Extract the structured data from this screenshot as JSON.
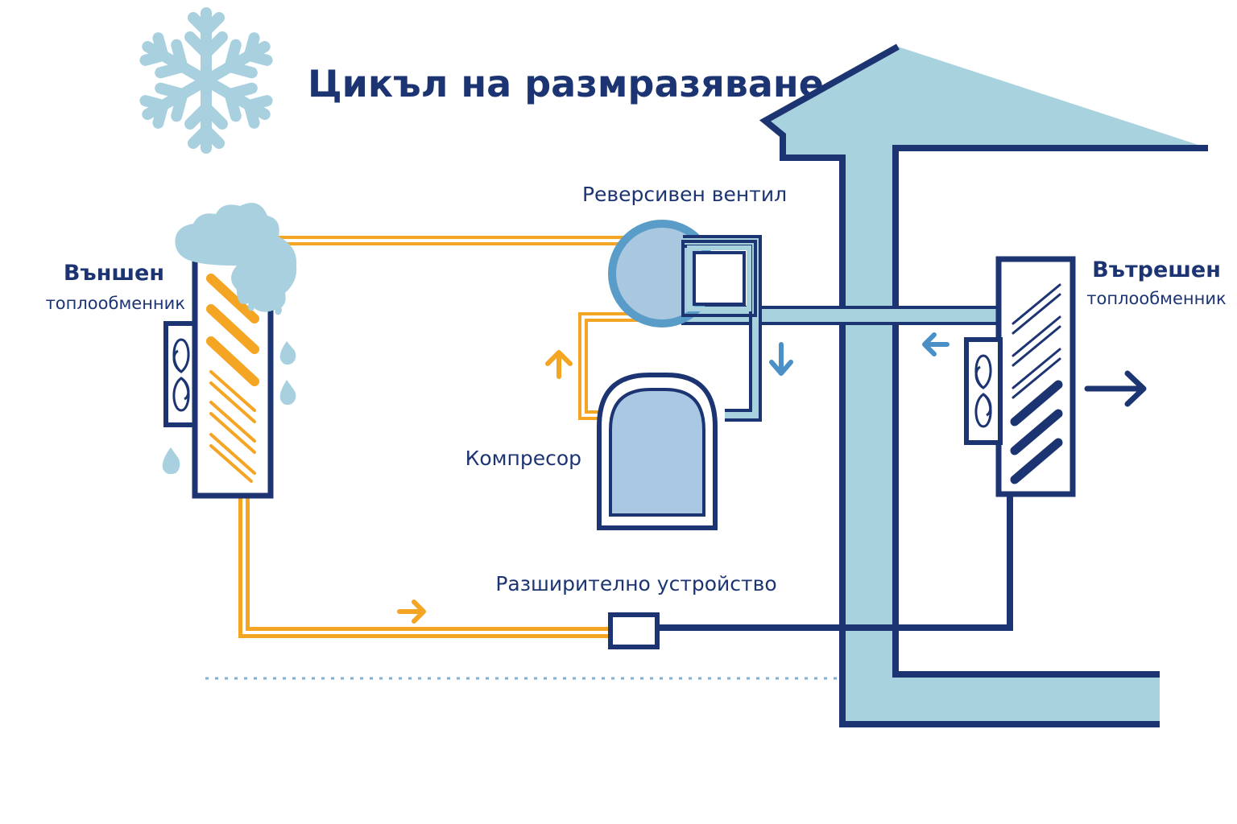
{
  "title": "Цикъл на размразяване",
  "labels": {
    "outdoor_unit_line1": "Външен",
    "outdoor_unit_line2": "топлообменник",
    "indoor_unit_line1": "Вътрешен",
    "indoor_unit_line2": "топлообменник",
    "reversing_valve": "Реверсивен вентил",
    "compressor": "Компресор",
    "expansion_device": "Разширително устройство"
  },
  "colors": {
    "navy": "#1c3572",
    "light_blue": "#a9d2df",
    "hot_line": "#f5a524",
    "valve_blue": "#5a9cc8",
    "arrow_blue": "#4a8fc5",
    "snowflake": "#a8d0df"
  },
  "icons": {
    "snowflake": "snowflake-icon",
    "fan": "fan-icon",
    "water_drop": "water-drop-icon",
    "arrow": "arrow-icon"
  }
}
